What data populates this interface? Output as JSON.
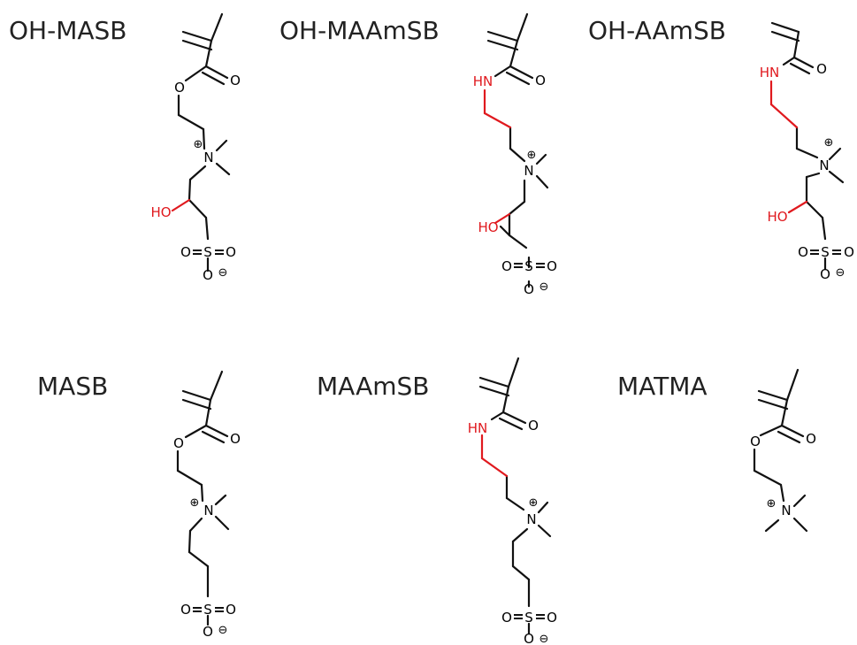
{
  "colors": {
    "bond": "#111111",
    "heteroatom": "#e0191e",
    "label": "#222222"
  },
  "molecules": [
    {
      "name": "OH-MASB",
      "atoms": {
        "ester_o": "O",
        "carbonyl_o": "O",
        "n": "N",
        "n_charge": "⊕",
        "hydroxyl": "HO",
        "s": "S",
        "so_left": "O",
        "so_right": "O",
        "so_bottom": "O",
        "so_charge": "⊖"
      }
    },
    {
      "name": "OH-MAAmSB",
      "atoms": {
        "amide_nh": "HN",
        "carbonyl_o": "O",
        "n": "N",
        "n_charge": "⊕",
        "hydroxyl": "HO",
        "s": "S",
        "so_left": "O",
        "so_right": "O",
        "so_bottom": "O",
        "so_charge": "⊖"
      }
    },
    {
      "name": "OH-AAmSB",
      "atoms": {
        "amide_nh": "HN",
        "carbonyl_o": "O",
        "n": "N",
        "n_charge": "⊕",
        "hydroxyl": "HO",
        "s": "S",
        "so_left": "O",
        "so_right": "O",
        "so_bottom": "O",
        "so_charge": "⊖"
      }
    },
    {
      "name": "MASB",
      "atoms": {
        "ester_o": "O",
        "carbonyl_o": "O",
        "n": "N",
        "n_charge": "⊕",
        "s": "S",
        "so_left": "O",
        "so_right": "O",
        "so_bottom": "O",
        "so_charge": "⊖"
      }
    },
    {
      "name": "MAAmSB",
      "atoms": {
        "amide_nh": "HN",
        "carbonyl_o": "O",
        "n": "N",
        "n_charge": "⊕",
        "s": "S",
        "so_left": "O",
        "so_right": "O",
        "so_bottom": "O",
        "so_charge": "⊖"
      }
    },
    {
      "name": "MATMA",
      "atoms": {
        "ester_o": "O",
        "carbonyl_o": "O",
        "n": "N",
        "n_charge": "⊕"
      }
    }
  ]
}
